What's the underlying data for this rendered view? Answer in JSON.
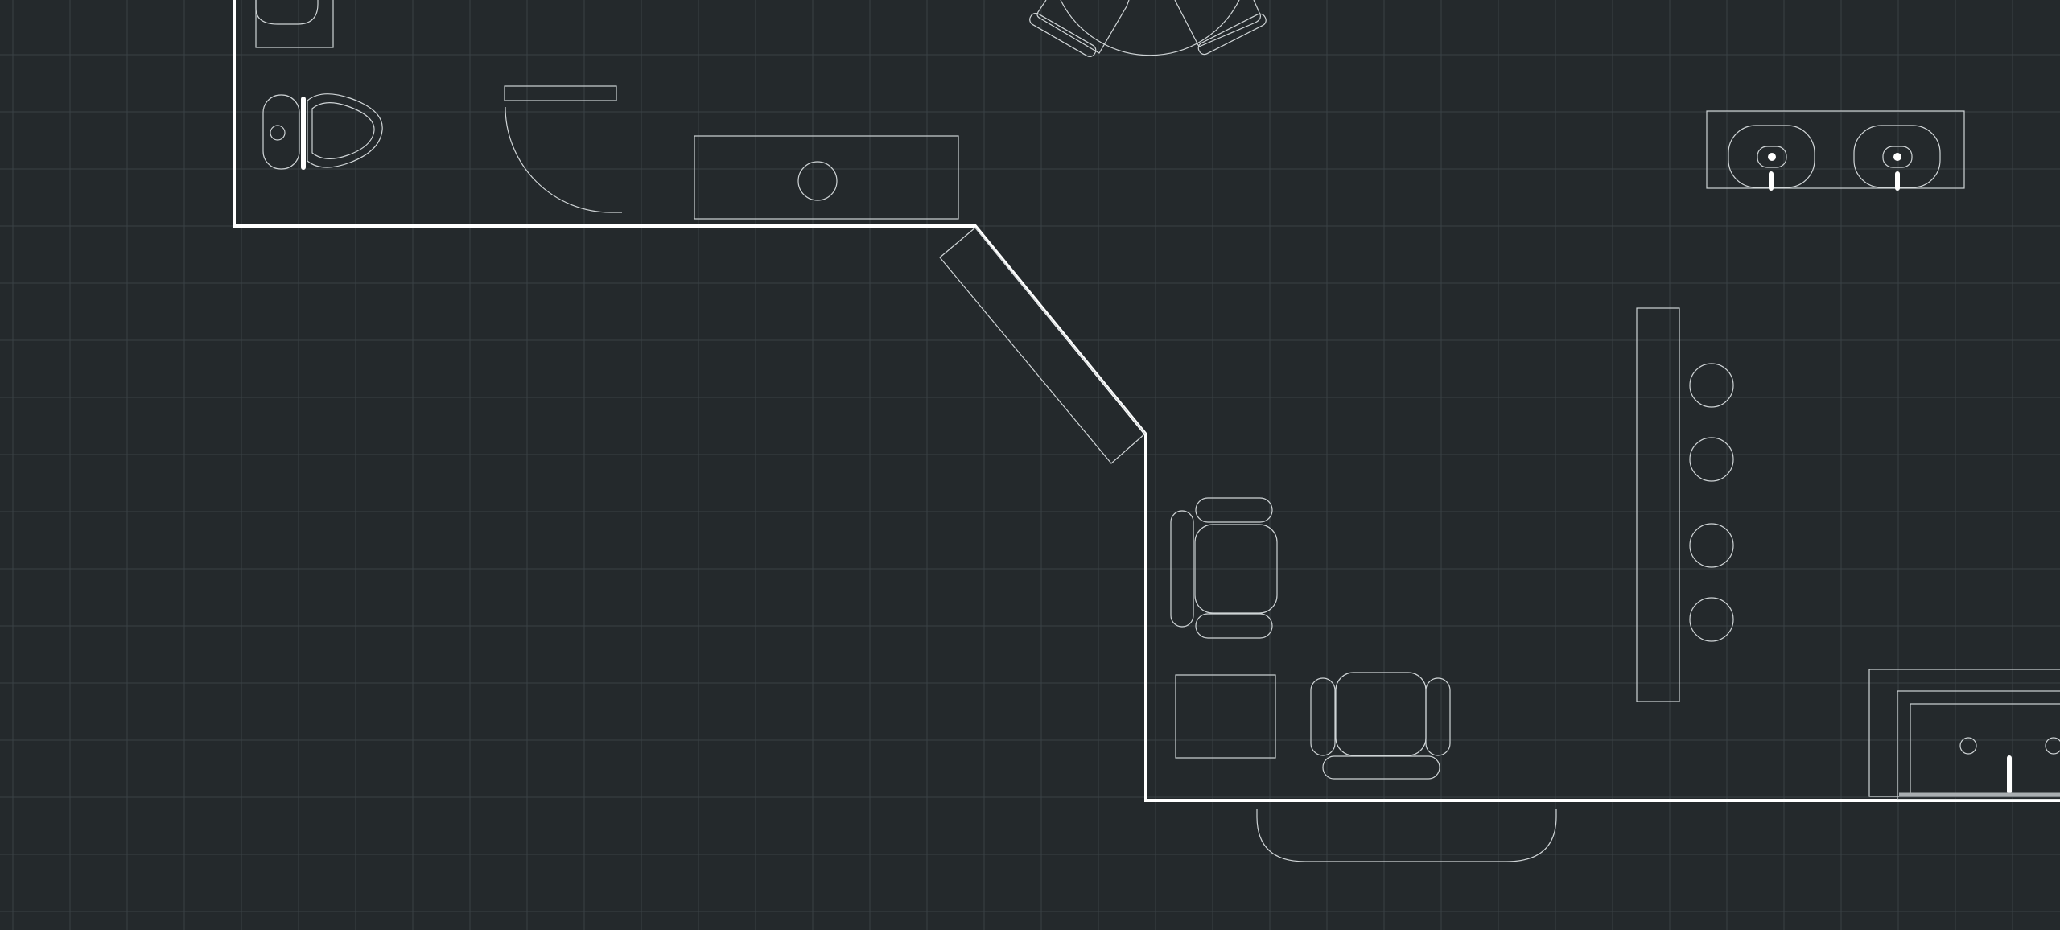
{
  "canvas": {
    "background": "#24292c",
    "grid_color": "#3a4145",
    "wall_color": "#ffffff",
    "fixture_color": "#cfd4d6",
    "show_grid": true
  },
  "rooms": {
    "bathroom": [
      "toilet",
      "shower",
      "door-swing",
      "vanity"
    ],
    "lounge": [
      "armchairs",
      "side-table",
      "sofa",
      "bar-counter",
      "bar-stools",
      "double-sink",
      "bed"
    ]
  }
}
